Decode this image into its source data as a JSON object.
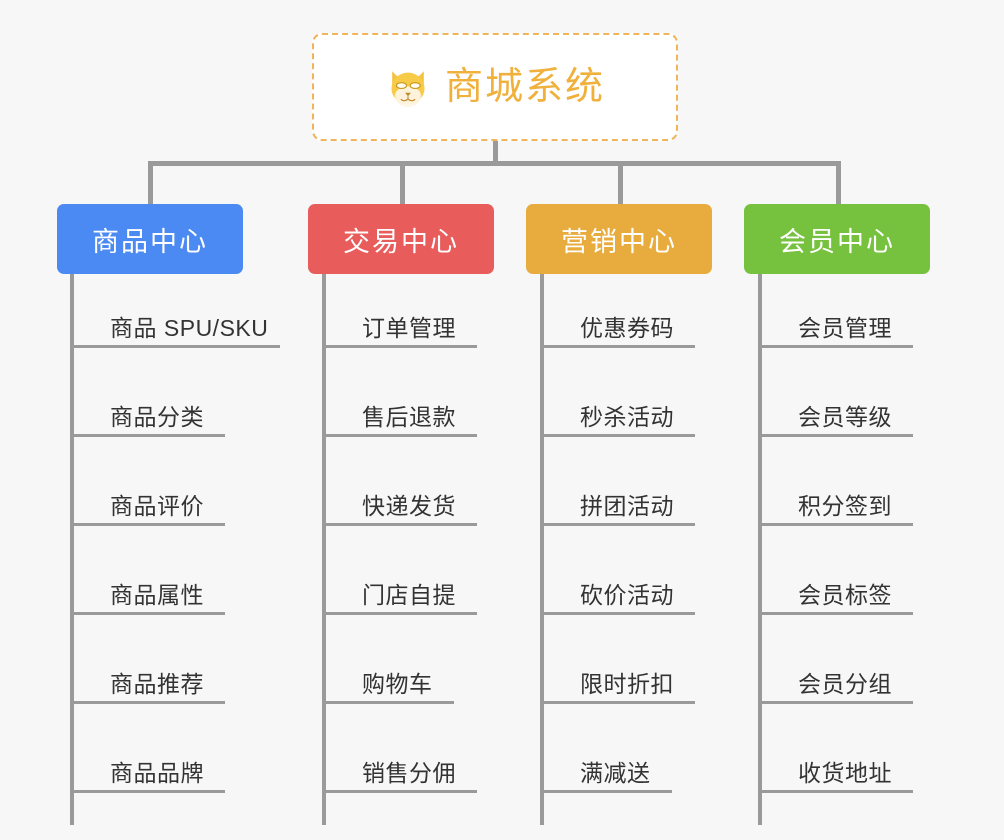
{
  "page": {
    "background_color": "#f7f7f7",
    "line_color": "#9a9a9a",
    "leaf_text_color": "#333333"
  },
  "root": {
    "title": "商城系统",
    "icon": "shiba-dog-face-icon",
    "text_color": "#f0b03c",
    "border_color": "#f0b45a",
    "background_color": "#ffffff"
  },
  "columns": [
    {
      "header": "商品中心",
      "color": "#4a8af2",
      "items": [
        {
          "label": "商品 SPU/SKU",
          "underline_width": 210
        },
        {
          "label": "商品分类",
          "underline_width": 155
        },
        {
          "label": "商品评价",
          "underline_width": 155
        },
        {
          "label": "商品属性",
          "underline_width": 155
        },
        {
          "label": "商品推荐",
          "underline_width": 155
        },
        {
          "label": "商品品牌",
          "underline_width": 155
        }
      ]
    },
    {
      "header": "交易中心",
      "color": "#e85c5c",
      "items": [
        {
          "label": "订单管理",
          "underline_width": 155
        },
        {
          "label": "售后退款",
          "underline_width": 155
        },
        {
          "label": "快递发货",
          "underline_width": 155
        },
        {
          "label": "门店自提",
          "underline_width": 155
        },
        {
          "label": "购物车",
          "underline_width": 132
        },
        {
          "label": "销售分佣",
          "underline_width": 155
        }
      ]
    },
    {
      "header": "营销中心",
      "color": "#e8ac3e",
      "items": [
        {
          "label": "优惠券码",
          "underline_width": 155
        },
        {
          "label": "秒杀活动",
          "underline_width": 155
        },
        {
          "label": "拼团活动",
          "underline_width": 155
        },
        {
          "label": "砍价活动",
          "underline_width": 155
        },
        {
          "label": "限时折扣",
          "underline_width": 155
        },
        {
          "label": "满减送",
          "underline_width": 132
        }
      ]
    },
    {
      "header": "会员中心",
      "color": "#76c13e",
      "items": [
        {
          "label": "会员管理",
          "underline_width": 155
        },
        {
          "label": "会员等级",
          "underline_width": 155
        },
        {
          "label": "积分签到",
          "underline_width": 155
        },
        {
          "label": "会员标签",
          "underline_width": 155
        },
        {
          "label": "会员分组",
          "underline_width": 155
        },
        {
          "label": "收货地址",
          "underline_width": 155
        }
      ]
    }
  ]
}
